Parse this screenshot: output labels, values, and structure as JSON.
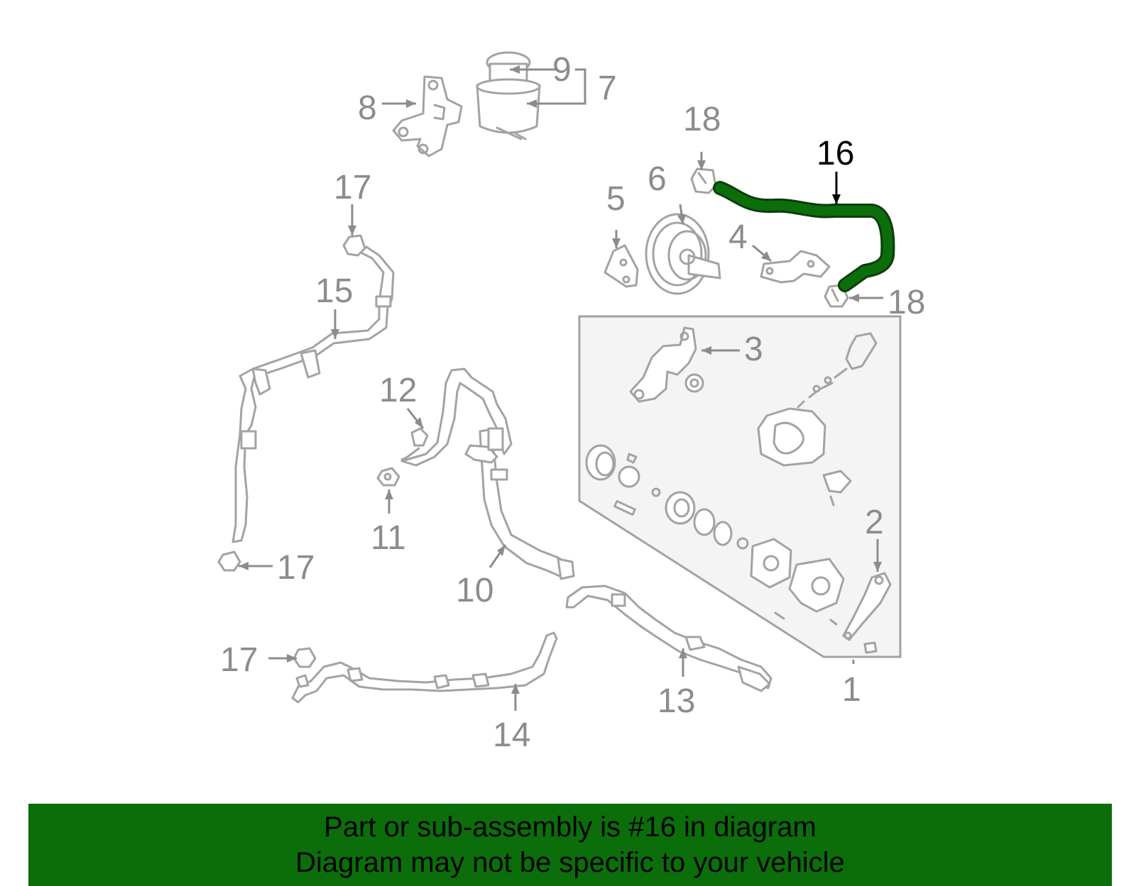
{
  "diagram": {
    "highlight_color": "#0b6e0b",
    "part_color": "#a3a3a3",
    "label_color": "#8c8c8c",
    "highlighted_part": "16",
    "callouts": {
      "c1": "1",
      "c2": "2",
      "c3": "3",
      "c4": "4",
      "c5": "5",
      "c6": "6",
      "c7": "7",
      "c8": "8",
      "c9": "9",
      "c10": "10",
      "c11": "11",
      "c12": "12",
      "c13": "13",
      "c14": "14",
      "c15": "15",
      "c16": "16",
      "c17a": "17",
      "c17b": "17",
      "c17c": "17",
      "c18a": "18",
      "c18b": "18"
    }
  },
  "banner": {
    "line1": "Part or sub-assembly is #16 in diagram",
    "line2": "Diagram may not be specific to your vehicle",
    "background": "#0b6e0b"
  }
}
